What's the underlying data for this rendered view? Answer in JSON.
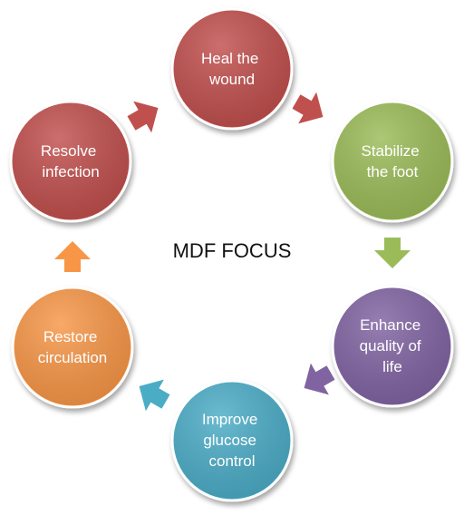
{
  "title": "MDF FOCUS",
  "nodes": [
    {
      "id": "heal-wound",
      "lines": [
        "Heal the",
        "wound"
      ],
      "color": "#c0504d"
    },
    {
      "id": "stabilize-foot",
      "lines": [
        "Stabilize",
        "the foot"
      ],
      "color": "#9bbb59"
    },
    {
      "id": "enhance-quality",
      "lines": [
        "Enhance",
        "quality of",
        "life"
      ],
      "color": "#8064a2"
    },
    {
      "id": "improve-glucose",
      "lines": [
        "Improve",
        "glucose",
        "control"
      ],
      "color": "#4bacc6"
    },
    {
      "id": "restore-circulation",
      "lines": [
        "Restore",
        "circulation"
      ],
      "color": "#f79646"
    },
    {
      "id": "resolve-infection",
      "lines": [
        "Resolve",
        "infection"
      ],
      "color": "#c0504d"
    }
  ]
}
